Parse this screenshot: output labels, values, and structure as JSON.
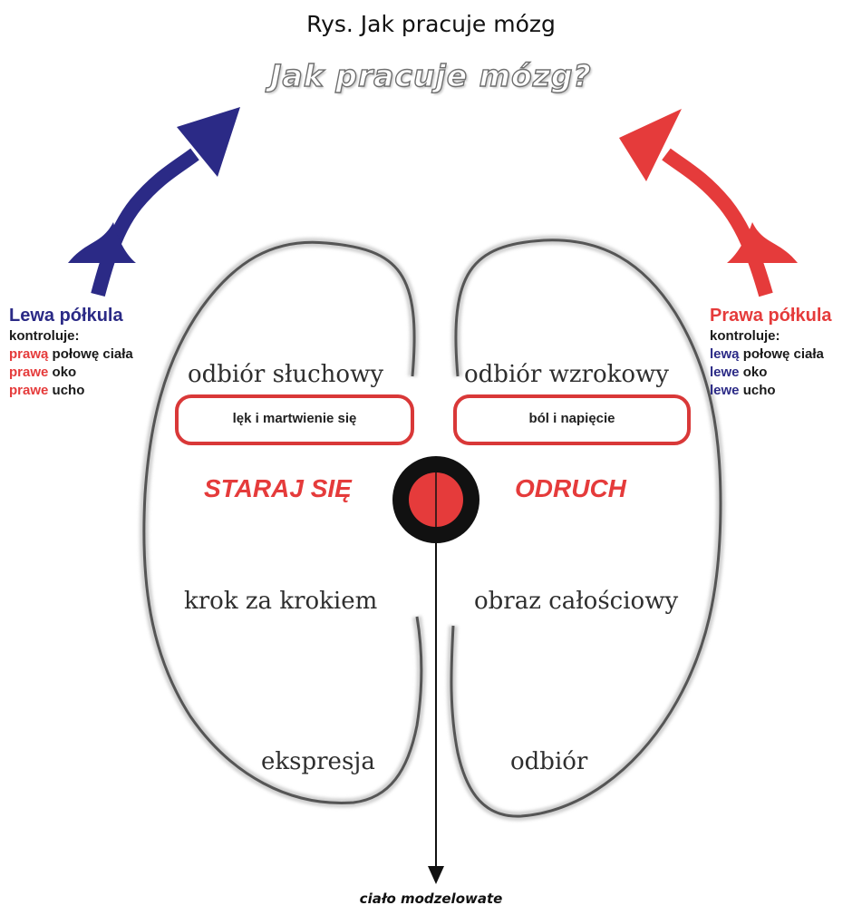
{
  "caption": "Rys. Jak pracuje mózg",
  "title": "Jak pracuje mózg?",
  "left_panel": {
    "heading": "Lewa półkula",
    "controls": "kontroluje:",
    "items": [
      {
        "highlight": "prawą",
        "rest": " połowę ciała"
      },
      {
        "highlight": "prawe",
        "rest": " oko"
      },
      {
        "highlight": "prawe",
        "rest": " ucho"
      }
    ]
  },
  "right_panel": {
    "heading": "Prawa półkula",
    "controls": "kontroluje:",
    "items": [
      {
        "highlight": "lewą",
        "rest": " połowę ciała"
      },
      {
        "highlight": "lewe",
        "rest": " oko"
      },
      {
        "highlight": "lewe",
        "rest": " ucho"
      }
    ]
  },
  "left_hemisphere": {
    "top": "odbiór słuchowy",
    "box": "lęk i martwienie się",
    "emphasis": "STARAJ SIĘ",
    "middle": "krok za krokiem",
    "bottom": "ekspresja"
  },
  "right_hemisphere": {
    "top": "odbiór wzrokowy",
    "box": "ból i napięcie",
    "emphasis": "ODRUCH",
    "middle": "obraz całościowy",
    "bottom": "odbiór"
  },
  "bottom_label": "ciało modzelowate",
  "colors": {
    "left_accent": "#2b2a86",
    "right_accent": "#e53b3b",
    "center_dot": "#e53b3b",
    "outline": "#666666"
  }
}
